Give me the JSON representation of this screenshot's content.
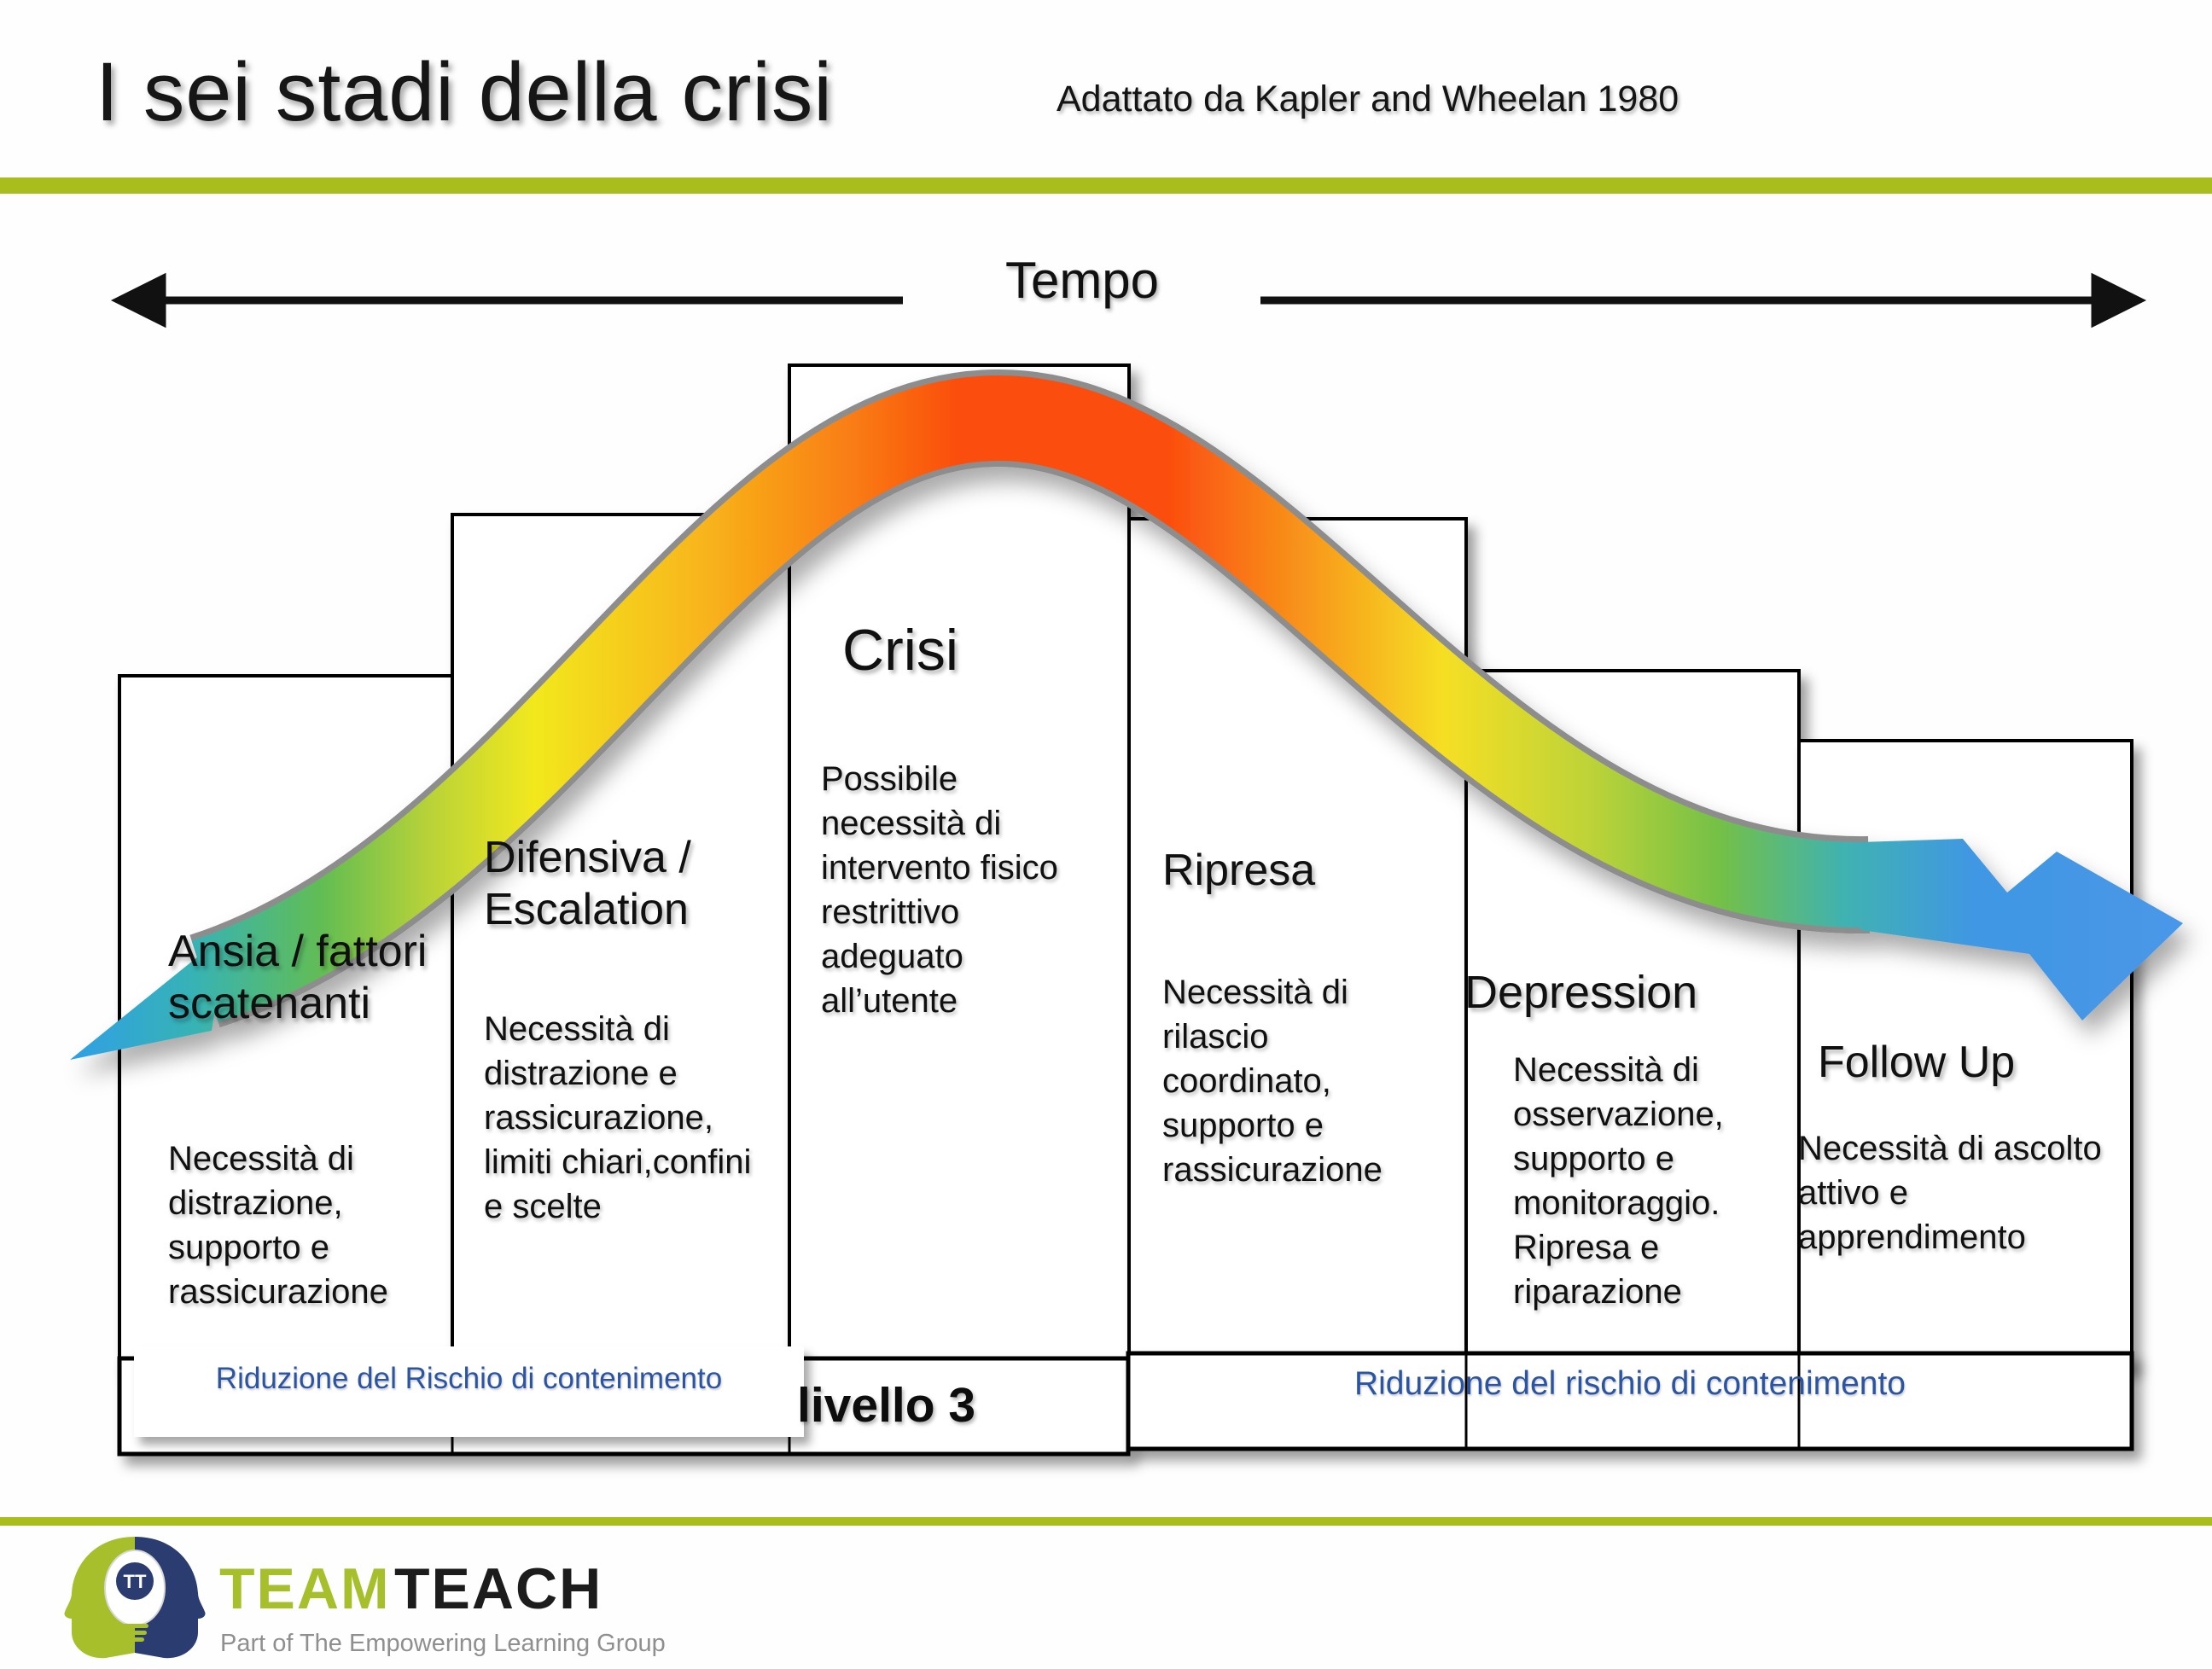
{
  "header": {
    "title": "I sei stadi della crisi",
    "subtitle": "Adattato da Kapler and Wheelan 1980"
  },
  "timeline": {
    "label": "Tempo"
  },
  "stages": [
    {
      "title": "Ansia / fattori scatenanti",
      "body": "Necessità di distrazione, supporto e rassicurazione"
    },
    {
      "title": "Difensiva / Escalation",
      "body": "Necessità di distrazione e rassicurazione, limiti chiari,confini e scelte"
    },
    {
      "title": "Crisi",
      "body": "Possibile necessità di intervento fisico restrittivo adeguato all’utente"
    },
    {
      "title": "Ripresa",
      "body": "Necessità di rilascio coordinato, supporto e rassicurazione"
    },
    {
      "title": "Depression",
      "body": "Necessità di osservazione, supporto e monitoraggio. Ripresa e riparazione"
    },
    {
      "title": "Follow Up",
      "body": "Necessità di ascolto attivo e apprendimento"
    }
  ],
  "footer": {
    "left_overlay_label": "Riduzione del Rischio di contenimento",
    "level_label": "livello 3",
    "right_label": "Riduzione del rischio di contenimento"
  },
  "logo": {
    "monogram": "TT",
    "brand_green": "TEAM",
    "brand_black": "TEACH",
    "tagline": "Part of The Empowering Learning Group"
  },
  "colors": {
    "divider_green": "#a9bd1d",
    "footer_text_blue": "#2b55a3",
    "arrow_blue": "#4a97e8",
    "ribbon_peak_red": "#fb4e10",
    "ribbon_yellow": "#f2e81e",
    "ribbon_green": "#74c047",
    "ribbon_teal": "#37b3b4",
    "logo_green": "#a8bf2c",
    "logo_navy": "#2a3c70",
    "logo_gray": "#8f8f8f"
  }
}
